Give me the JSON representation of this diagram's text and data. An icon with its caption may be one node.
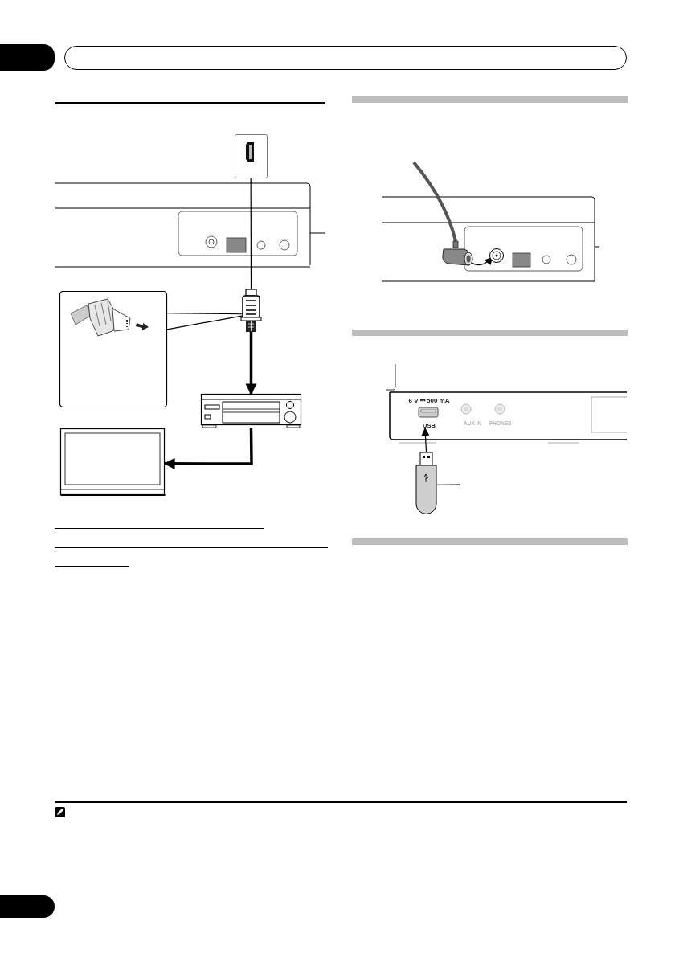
{
  "diagram": {
    "nodes": [
      {
        "text": [],
        "shape": "picture"
      },
      {
        "text": [],
        "shape": "picture"
      },
      {
        "text": [],
        "shape": "picture"
      },
      {
        "text": [],
        "shape": "picture"
      },
      {
        "text": [],
        "shape": "picture"
      },
      {
        "text": [],
        "shape": "picture"
      },
      {
        "text": [],
        "shape": "circle"
      },
      {
        "text": [
          "6 V ⎓ 500 mA",
          "USB"
        ]
      },
      {
        "text": [],
        "shape": "picture"
      }
    ],
    "edges": [
      {
        "from": 0,
        "to": 1,
        "arrow": "none"
      },
      {
        "from": 1,
        "to": 3,
        "arrow": "to",
        "style": "thick"
      },
      {
        "from": 3,
        "to": 4,
        "arrow": "to",
        "style": "thick"
      },
      {
        "from": 2,
        "to": 1,
        "arrow": "none"
      },
      {
        "from": 2,
        "to": 1,
        "arrow": "none"
      },
      {
        "from": 5,
        "to": 6,
        "arrow": "to"
      },
      {
        "from": 8,
        "to": 7,
        "arrow": "to"
      },
      {
        "from": 8,
        "to": null,
        "arrow": "none"
      }
    ],
    "labels": [
      "AUX IN",
      "PHONES"
    ]
  }
}
